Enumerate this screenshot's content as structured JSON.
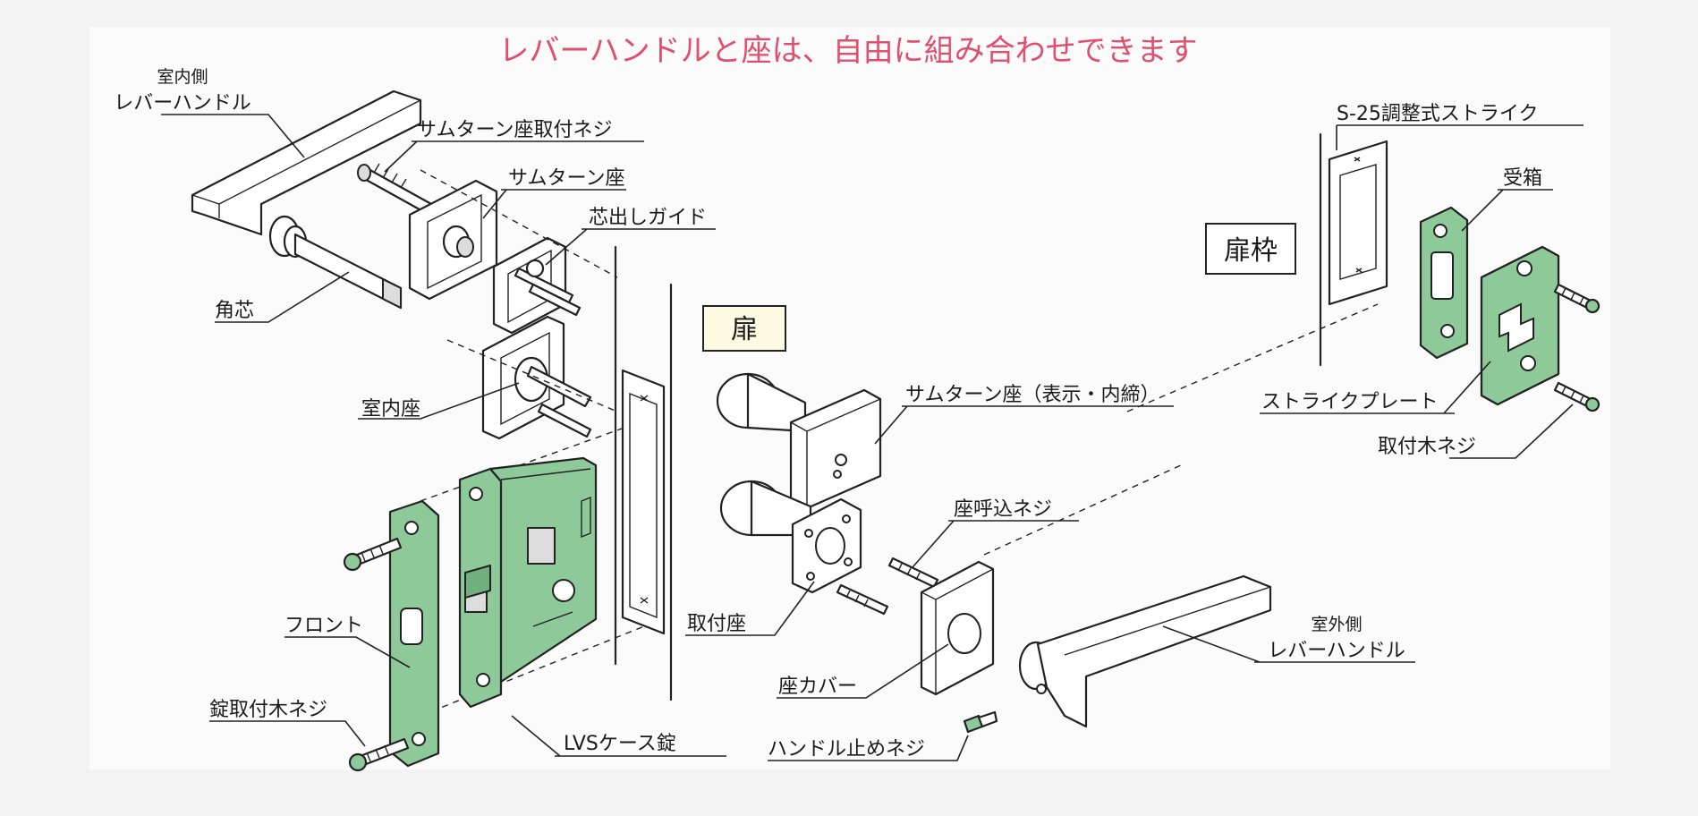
{
  "title": "レバーハンドルと座は、自由に組み合わせできます",
  "labels": {
    "indoor_handle_line1": "室内側",
    "indoor_handle_line2": "レバーハンドル",
    "thumbturn_screw": "サムターン座取付ネジ",
    "thumbturn_seat": "サムターン座",
    "center_guide": "芯出しガイド",
    "square_spindle": "角芯",
    "indoor_seat": "室内座",
    "front": "フロント",
    "lock_screw": "錠取付木ネジ",
    "lvs_lock": "LVSケース錠",
    "door": "扉",
    "thumbturn_indicator": "サムターン座（表示・内締）",
    "seat_screw": "座呼込ネジ",
    "mount_seat": "取付座",
    "seat_cover": "座カバー",
    "outdoor_handle_line1": "室外側",
    "outdoor_handle_line2": "レバーハンドル",
    "handle_screw": "ハンドル止めネジ",
    "strike_title": "S-25調整式ストライク",
    "door_frame": "扉枠",
    "strike_box": "受箱",
    "strike_plate": "ストライクプレート",
    "mount_screw": "取付木ネジ"
  },
  "colors": {
    "title": "#e0506e",
    "part_green": "#8ec99a",
    "background": "#f3f3f3"
  }
}
